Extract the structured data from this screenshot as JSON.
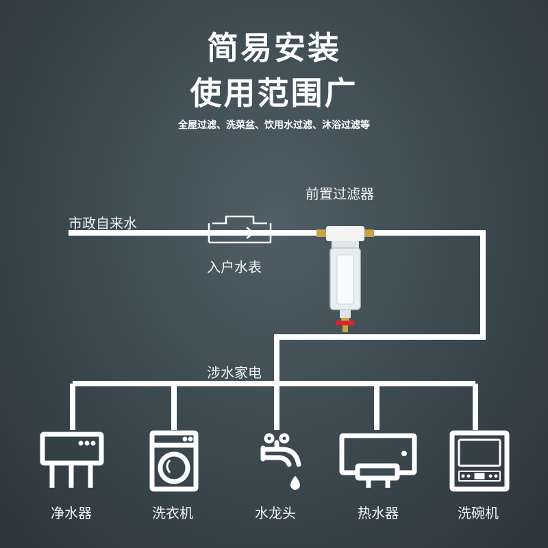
{
  "header": {
    "title_line1": "简易安装",
    "title_line2": "使用范围广",
    "subtitle": "全屋过滤、洗菜盆、饮用水过滤、沐浴过滤等"
  },
  "diagram": {
    "source_label": "市政自来水",
    "meter_label": "入户水表",
    "filter_label": "前置过滤器",
    "branch_label": "涉水家电",
    "appliances": [
      {
        "label": "净水器",
        "icon": "water-purifier-icon"
      },
      {
        "label": "洗衣机",
        "icon": "washing-machine-icon"
      },
      {
        "label": "水龙头",
        "icon": "faucet-icon"
      },
      {
        "label": "热水器",
        "icon": "water-heater-icon"
      },
      {
        "label": "洗碗机",
        "icon": "dishwasher-icon"
      }
    ]
  },
  "colors": {
    "background": "#3a474e",
    "pipe": "#ffffff",
    "valve_red": "#d8262c",
    "brass": "#c9a24a"
  }
}
